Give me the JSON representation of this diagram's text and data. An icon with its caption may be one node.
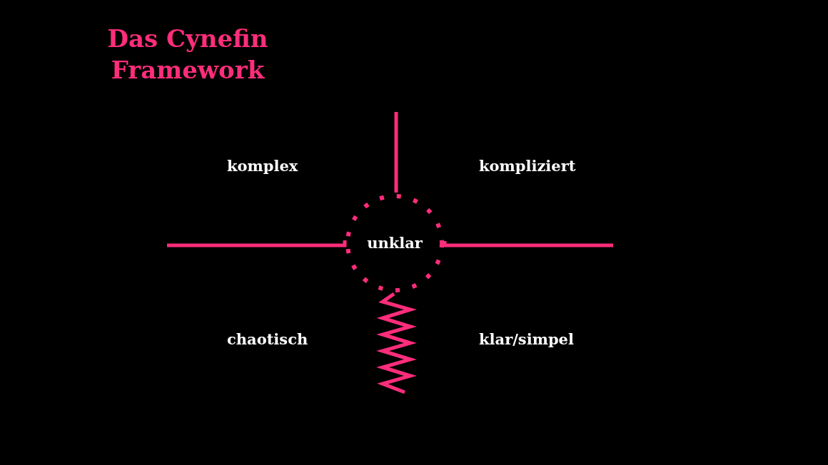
{
  "diagram": {
    "title": "Das Cynefin Framework",
    "nodes": [
      {
        "text": [
          "unklar"
        ]
      }
    ],
    "labels": [
      "komplex",
      "kompliziert",
      "chaotisch",
      "klar/simpel"
    ]
  }
}
